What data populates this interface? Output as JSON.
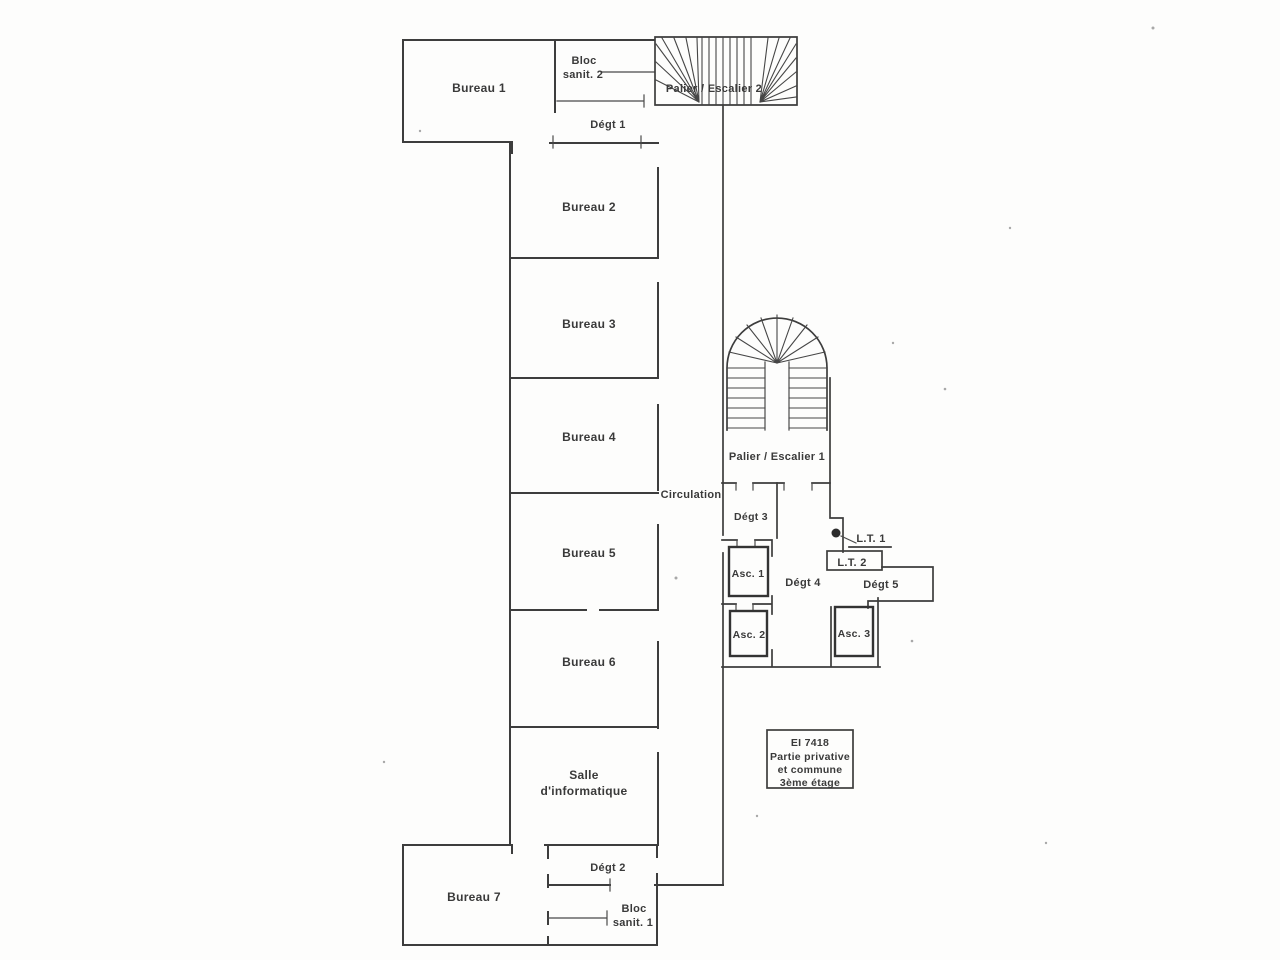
{
  "plan": {
    "rooms": {
      "bureau1": "Bureau 1",
      "bureau2": "Bureau 2",
      "bureau3": "Bureau 3",
      "bureau4": "Bureau 4",
      "bureau5": "Bureau 5",
      "bureau6": "Bureau 6",
      "bureau7": "Bureau 7",
      "salle_info_line1": "Salle",
      "salle_info_line2": "d'informatique"
    },
    "circulation": "Circulation",
    "stairs": {
      "palier_escalier_1": "Palier / Escalier 1",
      "palier_escalier_2": "Palier / Escalier 2"
    },
    "degagements": {
      "degt1": "Dégt 1",
      "degt2": "Dégt 2",
      "degt3": "Dégt 3",
      "degt4": "Dégt 4",
      "degt5": "Dégt 5"
    },
    "sanitaires": {
      "bloc_sanit_1_line1": "Bloc",
      "bloc_sanit_1_line2": "sanit. 1",
      "bloc_sanit_2_line1": "Bloc",
      "bloc_sanit_2_line2": "sanit. 2"
    },
    "elevators": {
      "asc1": "Asc. 1",
      "asc2": "Asc. 2",
      "asc3": "Asc. 3"
    },
    "technical": {
      "lt1": "L.T. 1",
      "lt2": "L.T. 2"
    },
    "legend": {
      "line1": "EI 7418",
      "line2": "Partie privative",
      "line3": "et commune",
      "line4": "3ème étage"
    }
  }
}
